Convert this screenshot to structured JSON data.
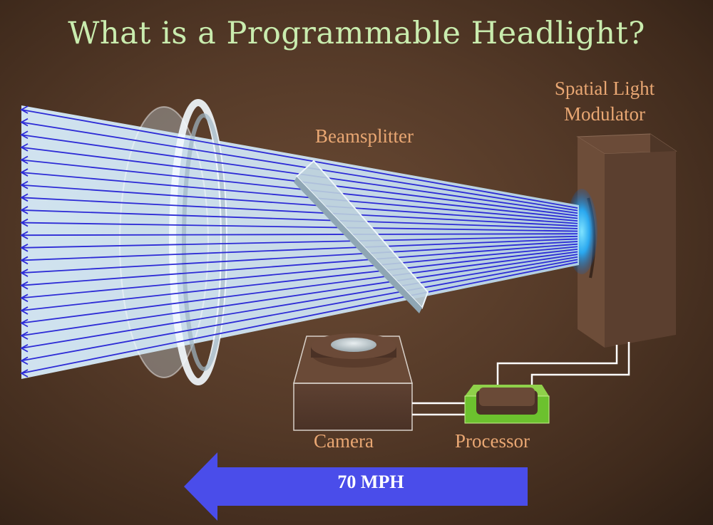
{
  "slide": {
    "title": "What is a Programmable Headlight?",
    "labels": {
      "spatial_light_modulator_line1": "Spatial Light",
      "spatial_light_modulator_line2": "Modulator",
      "beamsplitter": "Beamsplitter",
      "camera": "Camera",
      "processor": "Processor"
    },
    "speed_arrow": {
      "text": "70 MPH",
      "color": "#4a4dea"
    },
    "colors": {
      "title": "#c9ecae",
      "label": "#e9a773",
      "beam_fill": "#cfe6f6",
      "ray": "#2d2bd6",
      "background": "#553a28"
    },
    "icons": [
      "lens-icon",
      "beamsplitter-icon",
      "spatial-light-modulator-icon",
      "camera-icon",
      "processor-chip-icon",
      "left-arrow-icon"
    ]
  }
}
